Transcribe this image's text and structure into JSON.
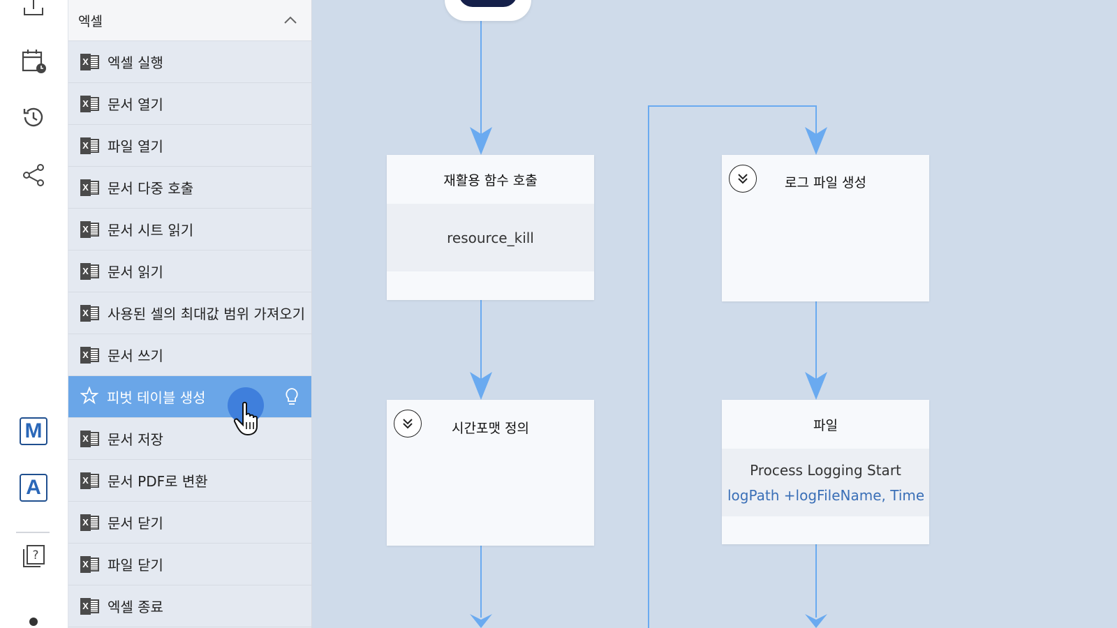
{
  "rail": {
    "icons": [
      "upload-icon",
      "calendar-clock-icon",
      "history-icon",
      "share-icon",
      "m-app-icon",
      "a-app-icon",
      "help-book-icon"
    ],
    "m_badge": "M",
    "a_badge": "A"
  },
  "panel": {
    "title": "엑셀",
    "items": [
      {
        "label": "엑셀 실행"
      },
      {
        "label": "문서 열기"
      },
      {
        "label": "파일 열기"
      },
      {
        "label": "문서 다중 호출"
      },
      {
        "label": "문서 시트 읽기"
      },
      {
        "label": "문서 읽기"
      },
      {
        "label": "사용된 셀의 최대값 범위 가져오기"
      },
      {
        "label": "문서 쓰기"
      },
      {
        "label": "피벗 테이블 생성"
      },
      {
        "label": "문서 저장"
      },
      {
        "label": "문서 PDF로 변환"
      },
      {
        "label": "문서 닫기"
      },
      {
        "label": "파일 닫기"
      },
      {
        "label": "엑셀 종료"
      }
    ],
    "active_index": 8,
    "excel_icon_letter": "X"
  },
  "canvas": {
    "connector_color": "#6aaaf0",
    "nodes": {
      "reuse": {
        "title": "재활용 함수 호출",
        "value": "resource_kill"
      },
      "timeformat": {
        "title": "시간포맷 정의"
      },
      "logfile": {
        "title": "로그 파일 생성"
      },
      "file": {
        "title": "파일",
        "line1": "Process Logging Start",
        "line2": "logPath +logFileName, Time.r"
      }
    }
  },
  "colors": {
    "accent": "#6aa6e8",
    "canvas_bg": "#cfdbea",
    "start_node": "#15204a"
  }
}
